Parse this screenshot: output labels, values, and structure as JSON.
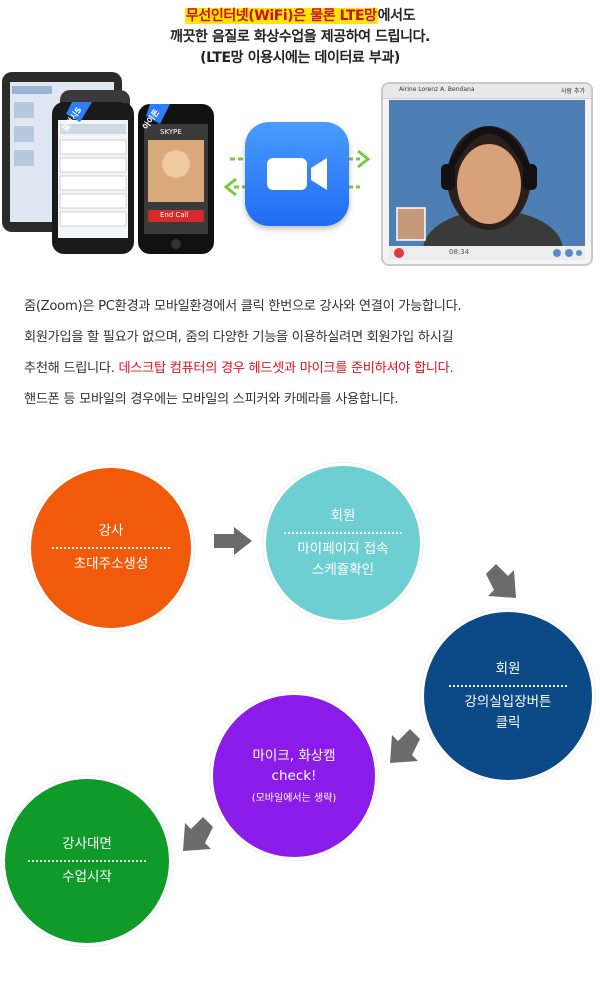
{
  "header": {
    "line1_highlight": "무선인터넷(WiFi)은 물론 LTE망",
    "line1_rest": "에서도",
    "line2": "깨끗한 음질로 화상수업을 제공하여 드립니다.",
    "line3": "(LTE망 이용시에는 데이터료 부과)"
  },
  "devices": {
    "badge_left": "갤럭시S",
    "badge_right": "아이폰",
    "skype_label": "SKYPE",
    "end_call": "End Call"
  },
  "video_window": {
    "caller_name": "Airine Lorenz A. Bendana",
    "timer": "08:34",
    "btn_add": "사람 추가"
  },
  "description": {
    "line1": "줌(Zoom)은 PC환경과 모바일환경에서 클릭 한번으로 강사와 연결이 가능합니다.",
    "line2": "회원가입을 할 필요가 없으며, 줌의 다양한 기능을 이용하실려면 회원가입 하시길",
    "line3_normal": "추천해 드립니다. ",
    "line3_red": "데스크탑 컴퓨터의 경우 헤드셋과 마이크를 준비하셔야 합니다.",
    "line4": "핸드폰 등 모바일의 경우에는 모바일의 스피커와 카메라를 사용합니다."
  },
  "steps": [
    {
      "title": "강사",
      "lines": [
        "초대주소생성"
      ],
      "color": "#f15a0a"
    },
    {
      "title": "회원",
      "lines": [
        "마이페이지 접속",
        "스케쥴확인"
      ],
      "color": "#6ecfd2"
    },
    {
      "title": "회원",
      "lines": [
        "강의실입장버튼",
        "클릭"
      ],
      "color": "#0b4a87"
    },
    {
      "title": "마이크, 화상캠",
      "lines": [
        "check!"
      ],
      "note": "(모바일에서는 생략)",
      "color": "#8a1be8"
    },
    {
      "title": "강사대면",
      "lines": [
        "수업시작"
      ],
      "color": "#0f9a2a"
    }
  ],
  "colors": {
    "highlight_bg": "#ffe600",
    "highlight_text": "#c8102e",
    "warning_text": "#e8101e",
    "arrow": "#6b6b6b",
    "zoom_blue": "#2d7ff9"
  }
}
